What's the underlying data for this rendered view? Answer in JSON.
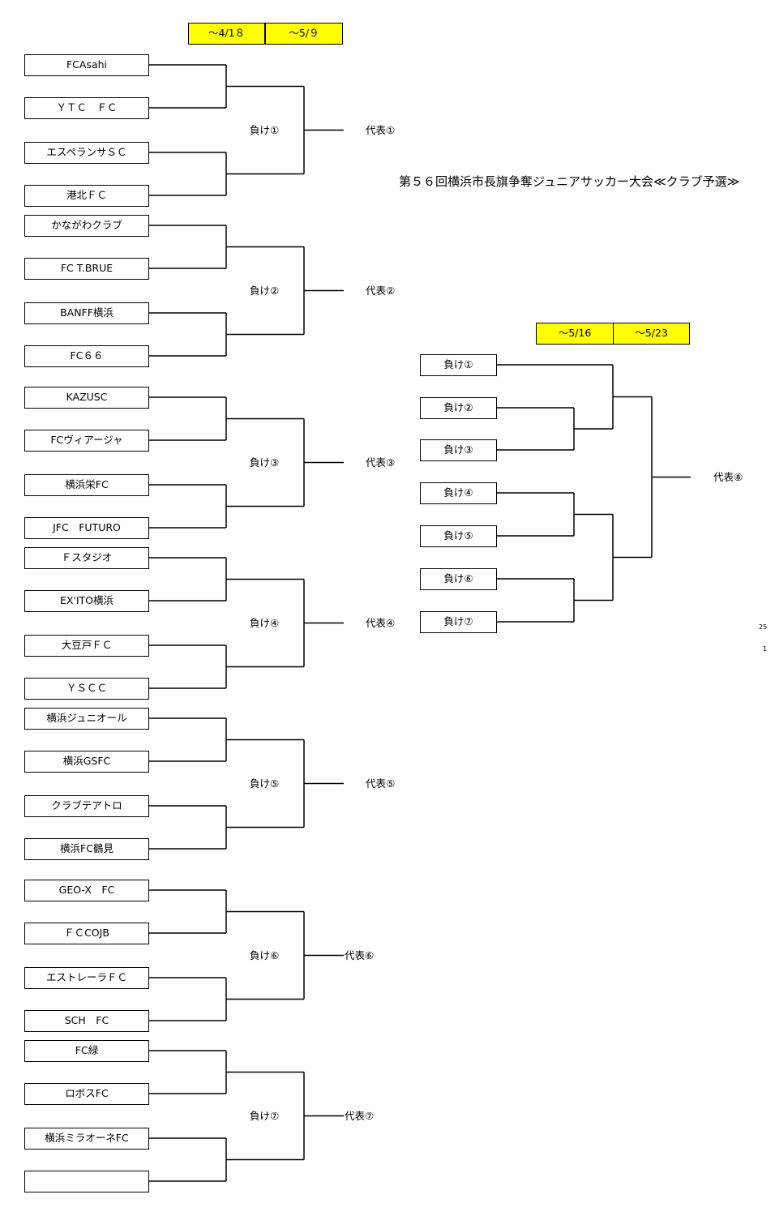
{
  "title": "第５６回横浜市長旗争奪ジュニアサッカー大会≪クラブ予選≫",
  "round_dates_left": [
    "～4/1８",
    "～5/９"
  ],
  "round_dates_right": [
    "～5/16",
    "～5/23"
  ],
  "groups": [
    {
      "teams": [
        "FCAsahi",
        "ＹＴＣ　ＦＣ",
        "エスペランサＳＣ",
        "港北ＦＣ"
      ],
      "winner": "負け①",
      "rep": "代表①"
    },
    {
      "teams": [
        "かながわクラブ",
        "FC T.BRUE",
        "BANFF横浜",
        "FC６６"
      ],
      "winner": "負け②",
      "rep": "代表②"
    },
    {
      "teams": [
        "KAZUSC",
        "FCヴィアージャ",
        "横浜栄FC",
        "JFC　FUTURO"
      ],
      "winner": "負け③",
      "rep": "代表③"
    },
    {
      "teams": [
        "Ｆスタジオ",
        "EX'ITO横浜",
        "大豆戸ＦＣ",
        "ＹＳＣＣ"
      ],
      "winner": "負け④",
      "rep": "代表④"
    },
    {
      "teams": [
        "横浜ジュニオール",
        "横浜GSFC",
        "クラブテアトロ",
        "横浜FC鶴見"
      ],
      "winner": "負け⑤",
      "rep": "代表⑤"
    },
    {
      "teams": [
        "GEO-X　FC",
        "ＦＣCOJB",
        "エストレーラＦＣ",
        "SCH　FC"
      ],
      "winner": "負け⑥",
      "rep": "代表⑥"
    },
    {
      "teams": [
        "FC緑",
        "ロボスFC",
        "横浜ミラオーネFC",
        ""
      ],
      "winner": "負け⑦",
      "rep": "代表⑦"
    }
  ],
  "final": {
    "slots": [
      "負け①",
      "負け②",
      "負け③",
      "負け④",
      "負け⑤",
      "負け⑥",
      "負け⑦"
    ],
    "rep": "代表⑧"
  },
  "margin_note": [
    "25",
    "1"
  ]
}
